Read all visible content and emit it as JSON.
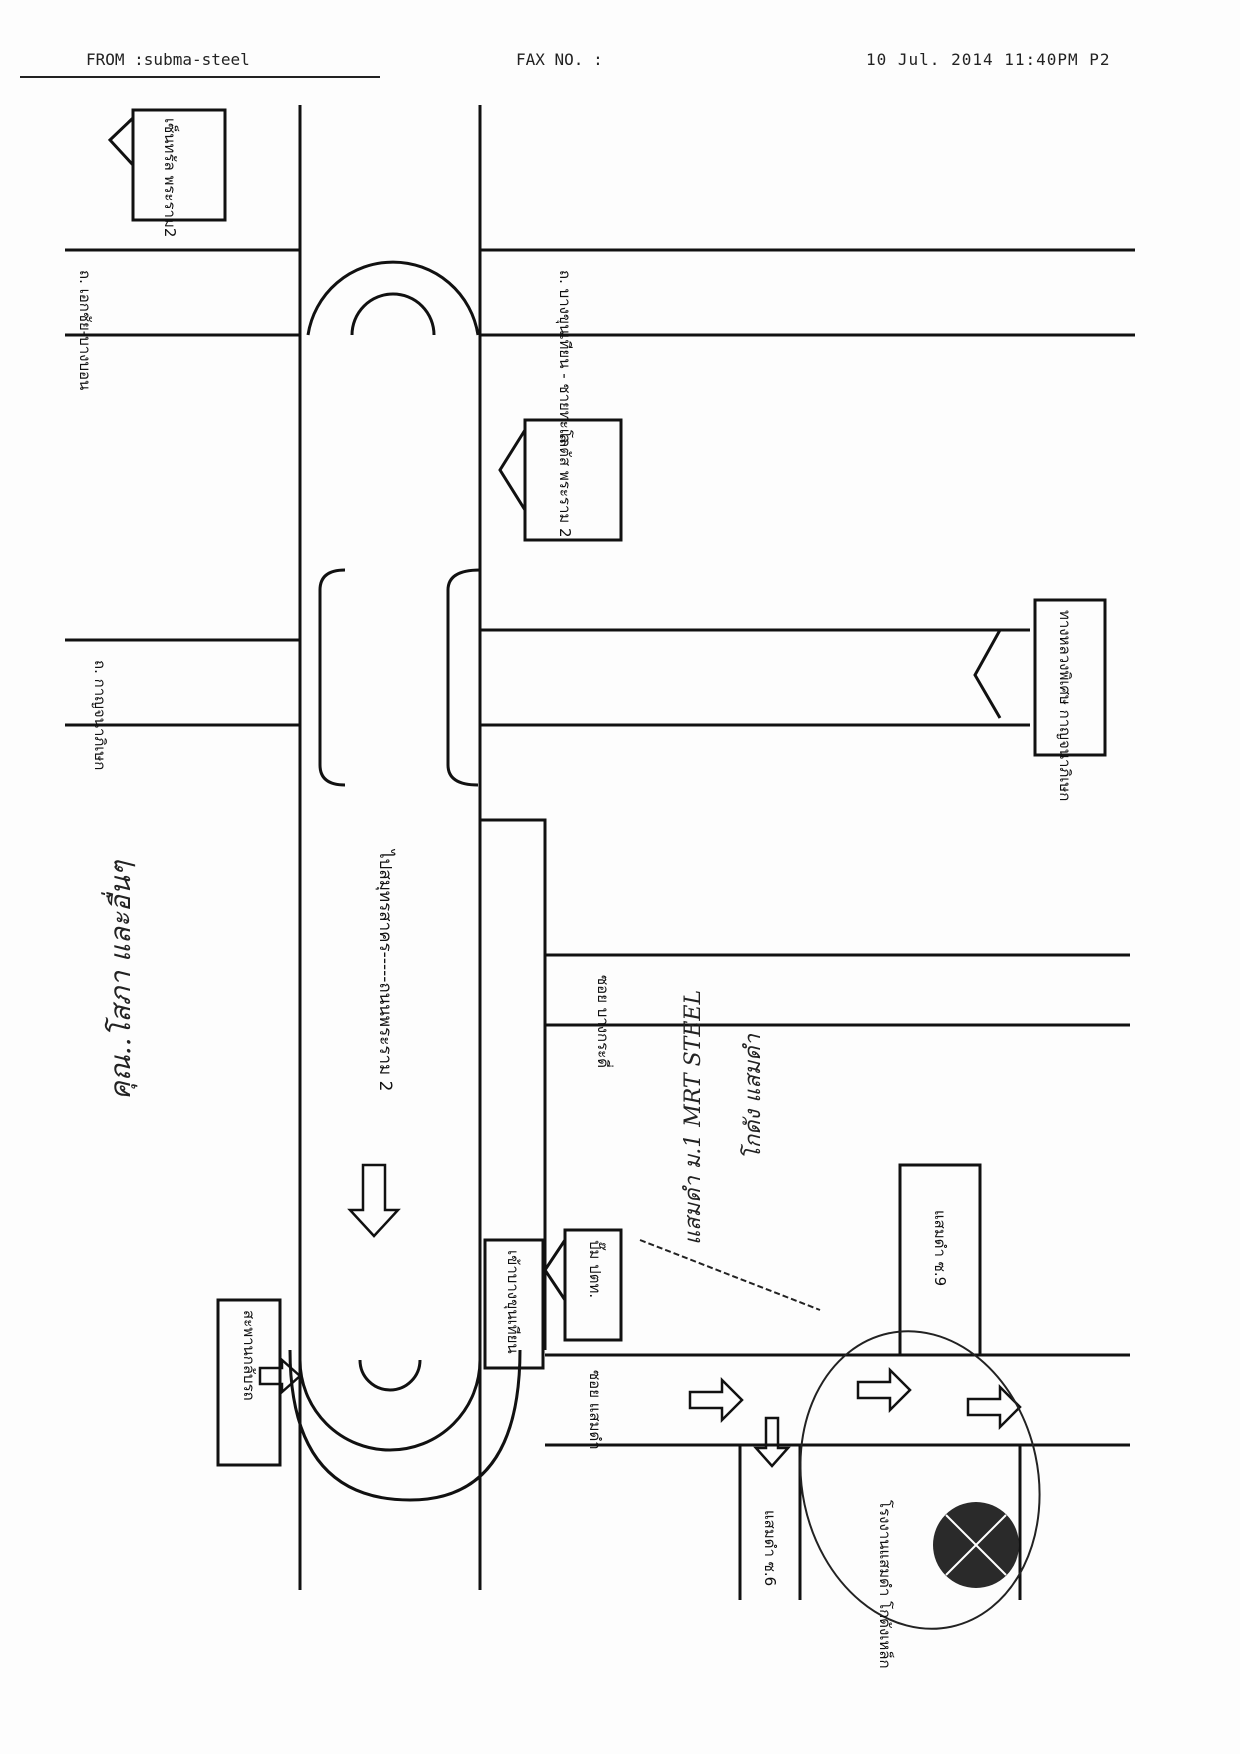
{
  "header": {
    "from": "FROM :subma-steel",
    "fax_no": "FAX NO. :",
    "datetime": "10 Jul. 2014 11:40PM  P2"
  },
  "map": {
    "main_road": "ไปสมุทรสาคร-----ถนนพระราม 2",
    "side_roads": {
      "ekachai": "ถ. เอกชัย-บางบอน",
      "bang_khun_thian": "ถ. บางขุนเทียน - ชายทะเล",
      "kanchanaphisek": "ถ. กาญจนาภิเษก",
      "soi_bang_kradi": "ซอย บางกระดี่",
      "soi_samae_dam": "ซอย แสมดำ",
      "express_kanchanaphisek": "ทางหลวงพิเศษ กาญจนาภิเษก",
      "samae_dam_6": "แสมดำ ซ.6",
      "samae_dam_9": "แสมดำ ซ.9",
      "turnaround_bridge": "สะพานกลับรถ",
      "bang_khun_thian_entrance": "เข้าบางขุนเทียน"
    },
    "landmarks": {
      "central_rama2": "เซ็นทรัล พระราม2",
      "lotus_rama2": "โลตัส พระราม 2",
      "pump": "ปั๊ม ปตท.",
      "factory": "โรงงานแสมดำ โกดังเหล็ก"
    },
    "handwritten": {
      "note_left": "คุณ..โสภา และอื่นๆ",
      "note_company": "แสมดำ ม.1 MRT STEEL",
      "note_company2": "โกดัง แสมดำ"
    }
  }
}
